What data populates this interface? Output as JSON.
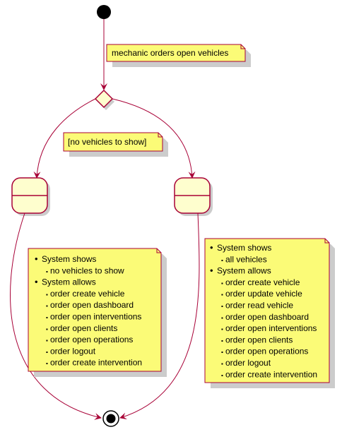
{
  "colors": {
    "edge": "#A80036",
    "state_fill": "#FEFECE",
    "note_fill": "#FBFB77",
    "note_border": "#A80036",
    "shadow": "#cccccc",
    "node_black": "#000000"
  },
  "notes": {
    "mechanic_orders": "mechanic orders open vehicles",
    "no_vehicles_guard": "[no vehicles to show]",
    "left": {
      "lines": [
        {
          "bullet": "•",
          "text": "System shows"
        },
        {
          "bullet": "▪",
          "text": "no vehicles to show"
        },
        {
          "bullet": "•",
          "text": "System allows"
        },
        {
          "bullet": "▪",
          "text": "order create vehicle"
        },
        {
          "bullet": "▪",
          "text": "order open dashboard"
        },
        {
          "bullet": "▪",
          "text": "order open interventions"
        },
        {
          "bullet": "▪",
          "text": "order open clients"
        },
        {
          "bullet": "▪",
          "text": "order open operations"
        },
        {
          "bullet": "▪",
          "text": "order logout"
        },
        {
          "bullet": "▪",
          "text": "order create intervention"
        }
      ]
    },
    "right": {
      "lines": [
        {
          "bullet": "•",
          "text": "System shows"
        },
        {
          "bullet": "▪",
          "text": "all vehicles"
        },
        {
          "bullet": "•",
          "text": "System allows"
        },
        {
          "bullet": "▪",
          "text": "order create vehicle"
        },
        {
          "bullet": "▪",
          "text": "order update vehicle"
        },
        {
          "bullet": "▪",
          "text": "order read vehicle"
        },
        {
          "bullet": "▪",
          "text": "order open dashboard"
        },
        {
          "bullet": "▪",
          "text": "order open interventions"
        },
        {
          "bullet": "▪",
          "text": "order open clients"
        },
        {
          "bullet": "▪",
          "text": "order open operations"
        },
        {
          "bullet": "▪",
          "text": "order logout"
        },
        {
          "bullet": "▪",
          "text": "order create intervention"
        }
      ]
    }
  }
}
